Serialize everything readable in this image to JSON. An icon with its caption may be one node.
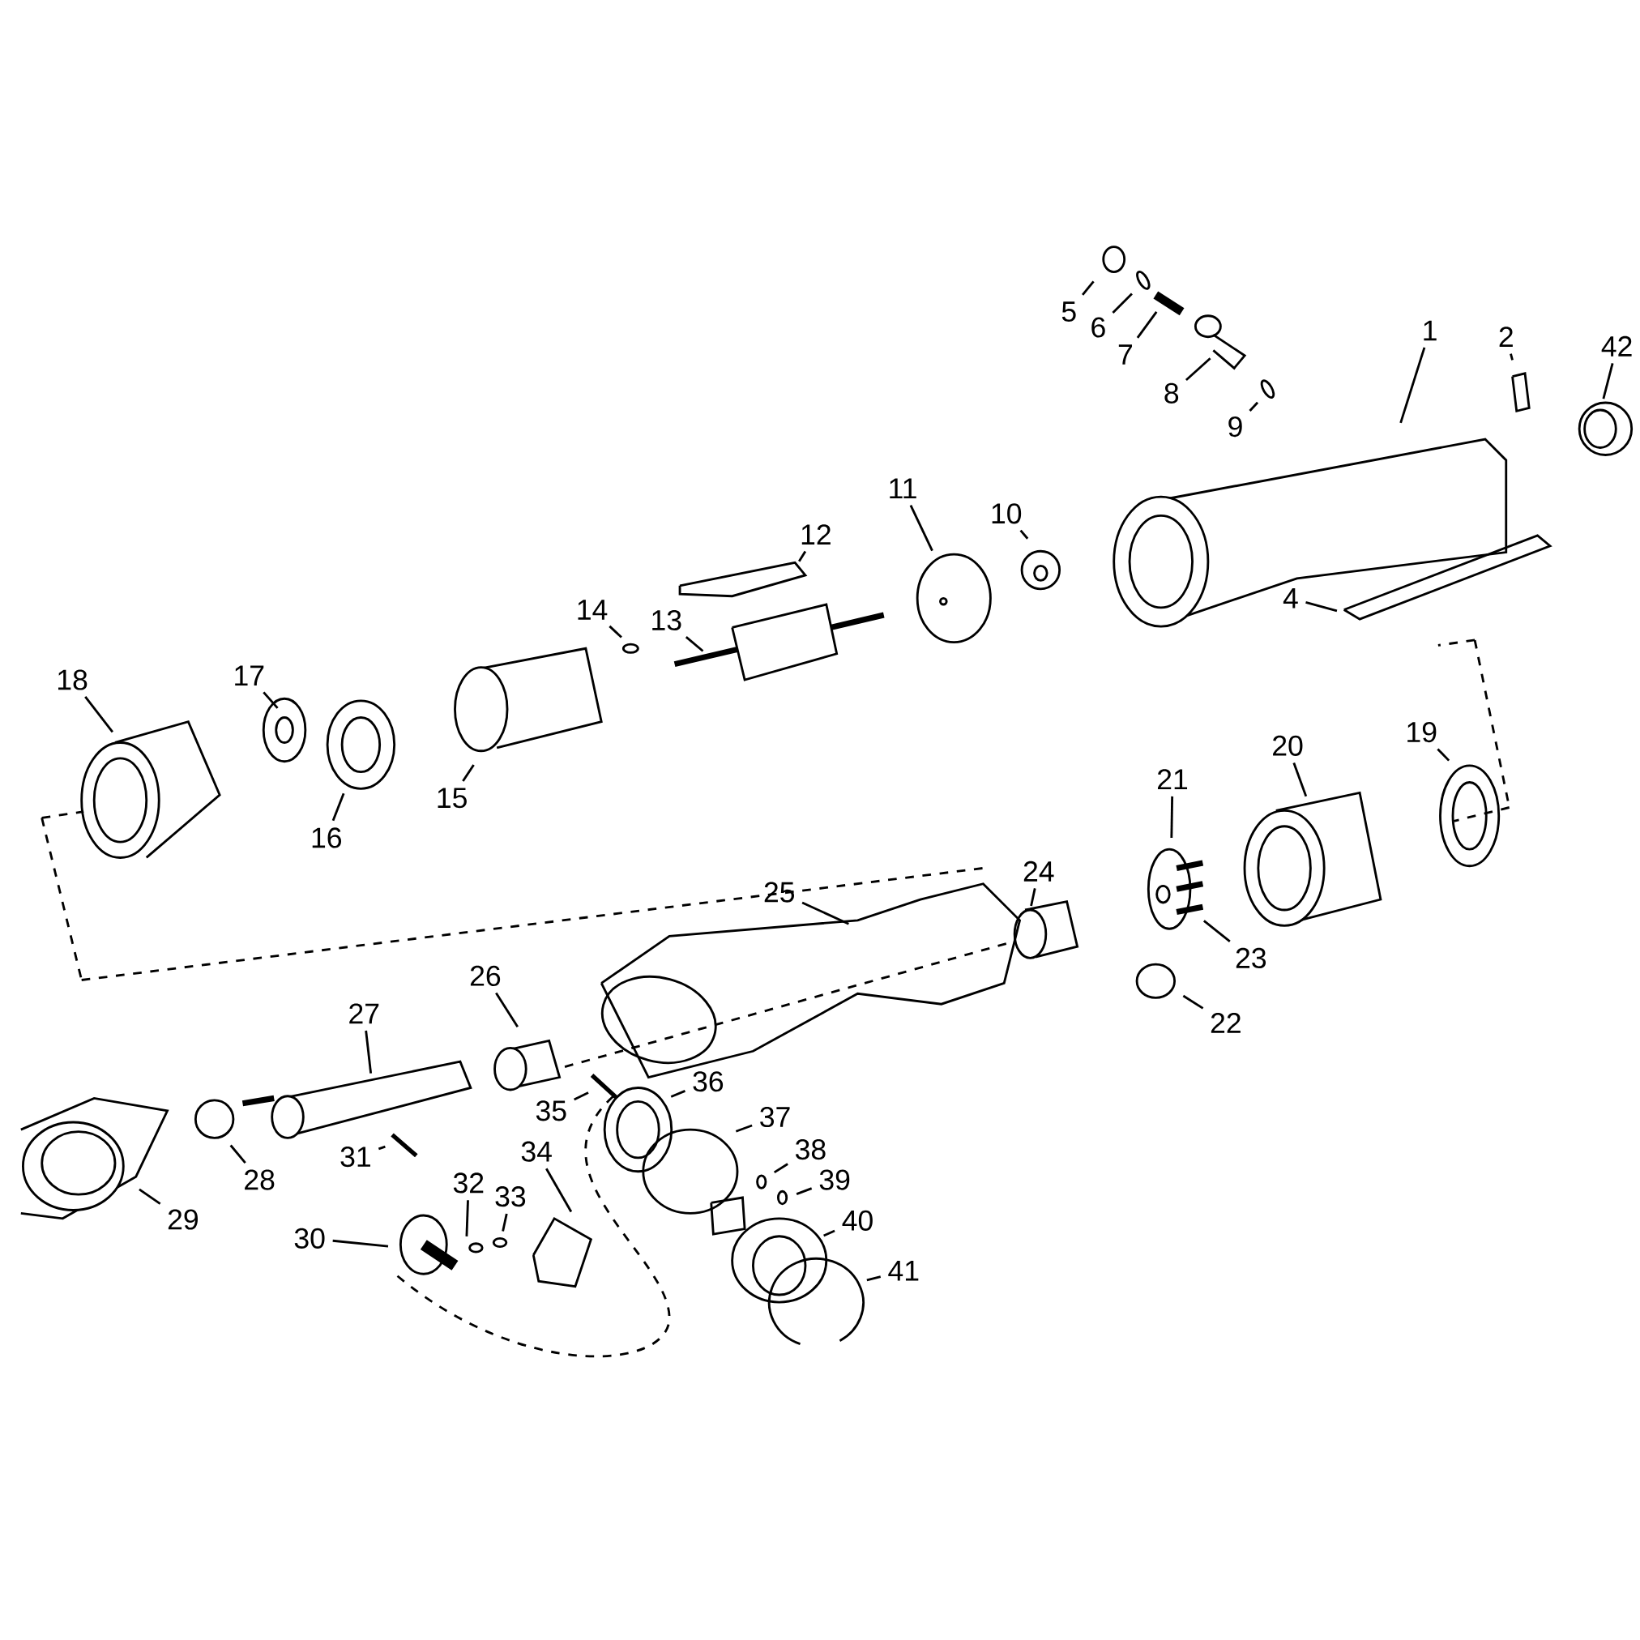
{
  "diagram": {
    "nodes": [
      {
        "text": [
          "5"
        ]
      },
      {
        "text": [
          "6"
        ]
      },
      {
        "text": [
          "7"
        ]
      },
      {
        "text": [
          "1"
        ]
      },
      {
        "text": [
          "2"
        ]
      },
      {
        "text": [
          "42"
        ]
      },
      {
        "text": [
          "8"
        ]
      },
      {
        "text": [
          "9"
        ]
      },
      {
        "text": [
          "11"
        ]
      },
      {
        "text": [
          "10"
        ]
      },
      {
        "text": [
          "12"
        ]
      },
      {
        "text": [
          "4"
        ]
      },
      {
        "text": [
          "14"
        ]
      },
      {
        "text": [
          "13"
        ]
      },
      {
        "text": [
          "18"
        ]
      },
      {
        "text": [
          "17"
        ]
      },
      {
        "text": [
          "19"
        ]
      },
      {
        "text": [
          "20"
        ]
      },
      {
        "text": [
          "21"
        ]
      },
      {
        "text": [
          "15"
        ]
      },
      {
        "text": [
          "16"
        ]
      },
      {
        "text": [
          "24"
        ]
      },
      {
        "text": [
          "25"
        ]
      },
      {
        "text": [
          "23"
        ]
      },
      {
        "text": [
          "26"
        ]
      },
      {
        "text": [
          "27"
        ]
      },
      {
        "text": [
          "22"
        ]
      },
      {
        "text": [
          "36"
        ]
      },
      {
        "text": [
          "35"
        ]
      },
      {
        "text": [
          "37"
        ]
      },
      {
        "text": [
          "38"
        ]
      },
      {
        "text": [
          "34"
        ]
      },
      {
        "text": [
          "31"
        ]
      },
      {
        "text": [
          "28"
        ]
      },
      {
        "text": [
          "39"
        ]
      },
      {
        "text": [
          "32"
        ]
      },
      {
        "text": [
          "33"
        ]
      },
      {
        "text": [
          "29"
        ]
      },
      {
        "text": [
          "40"
        ]
      },
      {
        "text": [
          "30"
        ]
      },
      {
        "text": [
          "41"
        ]
      }
    ],
    "edges": [
      {
        "from": 0,
        "to": null,
        "arrow": "none"
      },
      {
        "from": 1,
        "to": null,
        "arrow": "none"
      },
      {
        "from": 2,
        "to": null,
        "arrow": "none"
      },
      {
        "from": 3,
        "to": null,
        "arrow": "none"
      },
      {
        "from": 4,
        "to": null,
        "arrow": "none"
      },
      {
        "from": 5,
        "to": null,
        "arrow": "none"
      },
      {
        "from": 6,
        "to": null,
        "arrow": "none"
      },
      {
        "from": 7,
        "to": null,
        "arrow": "none"
      },
      {
        "from": 8,
        "to": null,
        "arrow": "none"
      },
      {
        "from": 9,
        "to": null,
        "arrow": "none"
      },
      {
        "from": 10,
        "to": null,
        "arrow": "none"
      },
      {
        "from": 11,
        "to": null,
        "arrow": "none"
      },
      {
        "from": 12,
        "to": null,
        "arrow": "none"
      },
      {
        "from": 13,
        "to": null,
        "arrow": "none"
      },
      {
        "from": 14,
        "to": null,
        "arrow": "none"
      },
      {
        "from": 15,
        "to": null,
        "arrow": "none"
      },
      {
        "from": 16,
        "to": null,
        "arrow": "none"
      },
      {
        "from": 17,
        "to": null,
        "arrow": "none"
      },
      {
        "from": 18,
        "to": null,
        "arrow": "none"
      },
      {
        "from": 19,
        "to": null,
        "arrow": "none"
      },
      {
        "from": 20,
        "to": null,
        "arrow": "none"
      },
      {
        "from": 21,
        "to": null,
        "arrow": "none"
      },
      {
        "from": 22,
        "to": null,
        "arrow": "none"
      },
      {
        "from": 23,
        "to": null,
        "arrow": "none"
      },
      {
        "from": 24,
        "to": null,
        "arrow": "none"
      },
      {
        "from": 25,
        "to": null,
        "arrow": "none"
      },
      {
        "from": 26,
        "to": null,
        "arrow": "none"
      },
      {
        "from": 27,
        "to": null,
        "arrow": "none"
      },
      {
        "from": 28,
        "to": null,
        "arrow": "none"
      },
      {
        "from": 29,
        "to": null,
        "arrow": "none"
      },
      {
        "from": 30,
        "to": null,
        "arrow": "none"
      },
      {
        "from": 31,
        "to": null,
        "arrow": "none"
      },
      {
        "from": 32,
        "to": null,
        "arrow": "none"
      },
      {
        "from": 33,
        "to": null,
        "arrow": "none"
      },
      {
        "from": 34,
        "to": null,
        "arrow": "none"
      },
      {
        "from": 35,
        "to": null,
        "arrow": "none"
      },
      {
        "from": 36,
        "to": null,
        "arrow": "none"
      },
      {
        "from": 37,
        "to": null,
        "arrow": "none"
      },
      {
        "from": 38,
        "to": null,
        "arrow": "none"
      },
      {
        "from": 39,
        "to": null,
        "arrow": "none"
      },
      {
        "from": 40,
        "to": null,
        "arrow": "none"
      }
    ]
  }
}
